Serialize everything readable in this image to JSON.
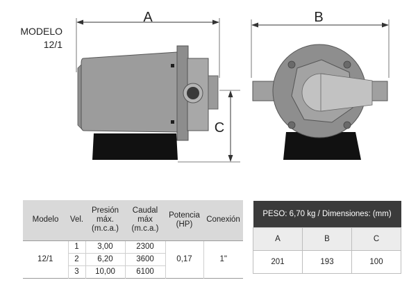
{
  "model_label": {
    "line1": "MODELO",
    "line2": "12/1"
  },
  "dimension_letters": {
    "a": "A",
    "b": "B",
    "c": "C"
  },
  "spec_table": {
    "headers": {
      "model": "Modelo",
      "vel": "Vel.",
      "pressure": [
        "Presión",
        "máx.",
        "(m.c.a.)"
      ],
      "flow": [
        "Caudal",
        "máx",
        "(m.c.a.)"
      ],
      "power": [
        "Potencia",
        "(HP)"
      ],
      "connection": "Conexión"
    },
    "model": "12/1",
    "rows": [
      {
        "vel": "1",
        "pressure": "3,00",
        "flow": "2300"
      },
      {
        "vel": "2",
        "pressure": "6,20",
        "flow": "3600"
      },
      {
        "vel": "3",
        "pressure": "10,00",
        "flow": "6100"
      }
    ],
    "power": "0,17",
    "connection": "1\""
  },
  "weight_table": {
    "header": "PESO: 6,70 kg / Dimensiones: (mm)",
    "letters": [
      "A",
      "B",
      "C"
    ],
    "values": [
      "201",
      "193",
      "100"
    ]
  }
}
